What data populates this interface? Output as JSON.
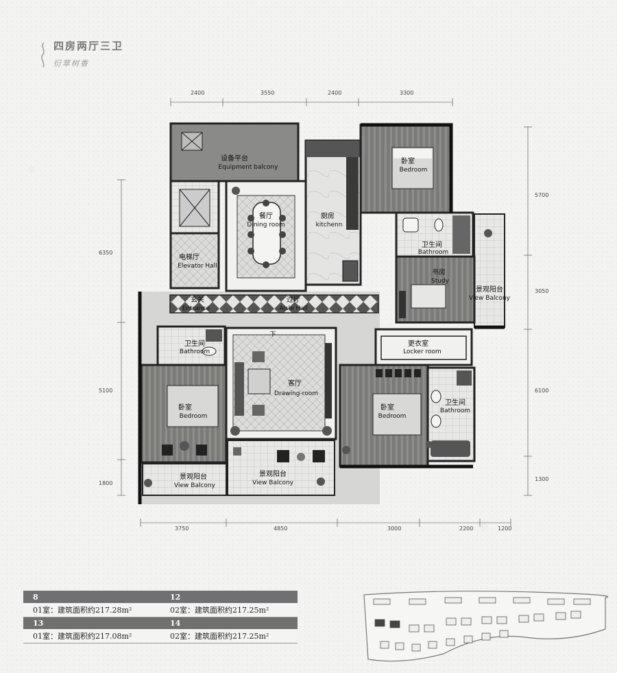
{
  "header": {
    "title": "四房两厅三卫",
    "subtitle": "衍翠树香"
  },
  "dimensions": {
    "top": [
      "2400",
      "3550",
      "2400",
      "3300"
    ],
    "bottom": [
      "3750",
      "4850",
      "3000",
      "2200",
      "1200"
    ],
    "left": [
      "6350",
      "5100",
      "1800"
    ],
    "right": [
      "5700",
      "3050",
      "6100",
      "1300"
    ]
  },
  "rooms": {
    "equipment": {
      "cn": "设备平台",
      "en": "Equipment balcony"
    },
    "dining": {
      "cn": "餐厅",
      "en": "Dining room"
    },
    "kitchen": {
      "cn": "厨房",
      "en": "kitchenn"
    },
    "bedroom_ne": {
      "cn": "卧室",
      "en": "Bedroom"
    },
    "bath_ne": {
      "cn": "卫生间",
      "en": "Bathroom"
    },
    "elevator": {
      "cn": "电梯厅",
      "en": "Elevator Hall"
    },
    "study": {
      "cn": "书房",
      "en": "Study"
    },
    "view_balcony_e": {
      "cn": "景观阳台",
      "en": "View Balcony"
    },
    "entrance": {
      "cn": "玄关",
      "en": "Entrance"
    },
    "aisle": {
      "cn": "过厅",
      "en": "Aisle Hall"
    },
    "bath_w": {
      "cn": "卫生间",
      "en": "Bathroom"
    },
    "drawing": {
      "cn": "客厅",
      "en": "Drawing-room"
    },
    "locker": {
      "cn": "更衣室",
      "en": "Locker room"
    },
    "bedroom_w": {
      "cn": "卧室",
      "en": "Bedroom"
    },
    "bedroom_se": {
      "cn": "卧室",
      "en": "Bedroom"
    },
    "bath_se": {
      "cn": "卫生间",
      "en": "Bathroom"
    },
    "view_balcony_sw": {
      "cn": "景观阳台",
      "en": "View Balcony"
    },
    "view_balcony_s": {
      "cn": "景观阳台",
      "en": "View Balcony"
    },
    "down_arrow": "下"
  },
  "table": {
    "r1": {
      "left_head": "8",
      "right_head": "12"
    },
    "r2": {
      "left": "01室：建筑面积约217.28m²",
      "right": "02室：建筑面积约217.25m²"
    },
    "r3": {
      "left_head": "13",
      "right_head": "14"
    },
    "r4": {
      "left": "01室：建筑面积约217.08m²",
      "right": "02室：建筑面积约217.25m²"
    }
  }
}
